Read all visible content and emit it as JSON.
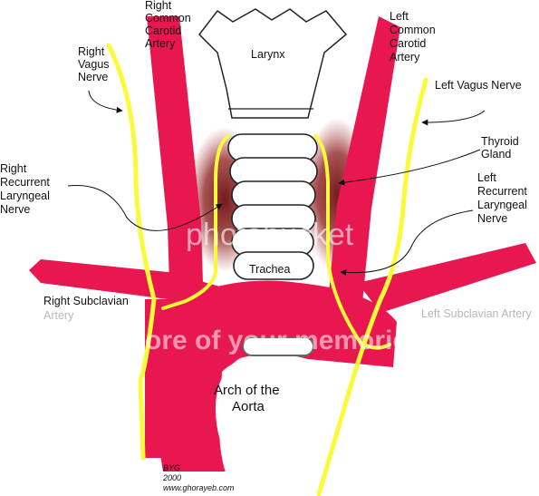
{
  "colors": {
    "artery": "#e8174f",
    "nerve": "#fafa3a",
    "thyroid": "#8b1a1a",
    "outline": "#333333"
  },
  "labels": {
    "right_common_carotid": [
      "Right",
      "Common",
      "Carotid",
      "Artery"
    ],
    "larynx": "Larynx",
    "left_common_carotid": [
      "Left",
      "Common",
      "Carotid",
      "Artery"
    ],
    "right_vagus": [
      "Right",
      "Vagus",
      "Nerve"
    ],
    "left_vagus": "Left Vagus Nerve",
    "thyroid_gland": [
      "Thyroid",
      "Gland"
    ],
    "right_recurrent": [
      "Right",
      "Recurrent",
      "Laryngeal",
      "Nerve"
    ],
    "left_recurrent": [
      "Left",
      "Recurrent",
      "Laryngeal",
      "Nerve"
    ],
    "trachea": "Trachea",
    "right_subclavian": [
      "Right Subclavian",
      "Artery"
    ],
    "left_subclavian": "Left Subclavian Artery",
    "arch": [
      "Arch of the",
      "Aorta"
    ],
    "credit": [
      "BYG",
      "2000",
      "www.ghorayeb.com"
    ]
  },
  "watermark": {
    "text": "ore of your memories",
    "word": "photobucket"
  }
}
